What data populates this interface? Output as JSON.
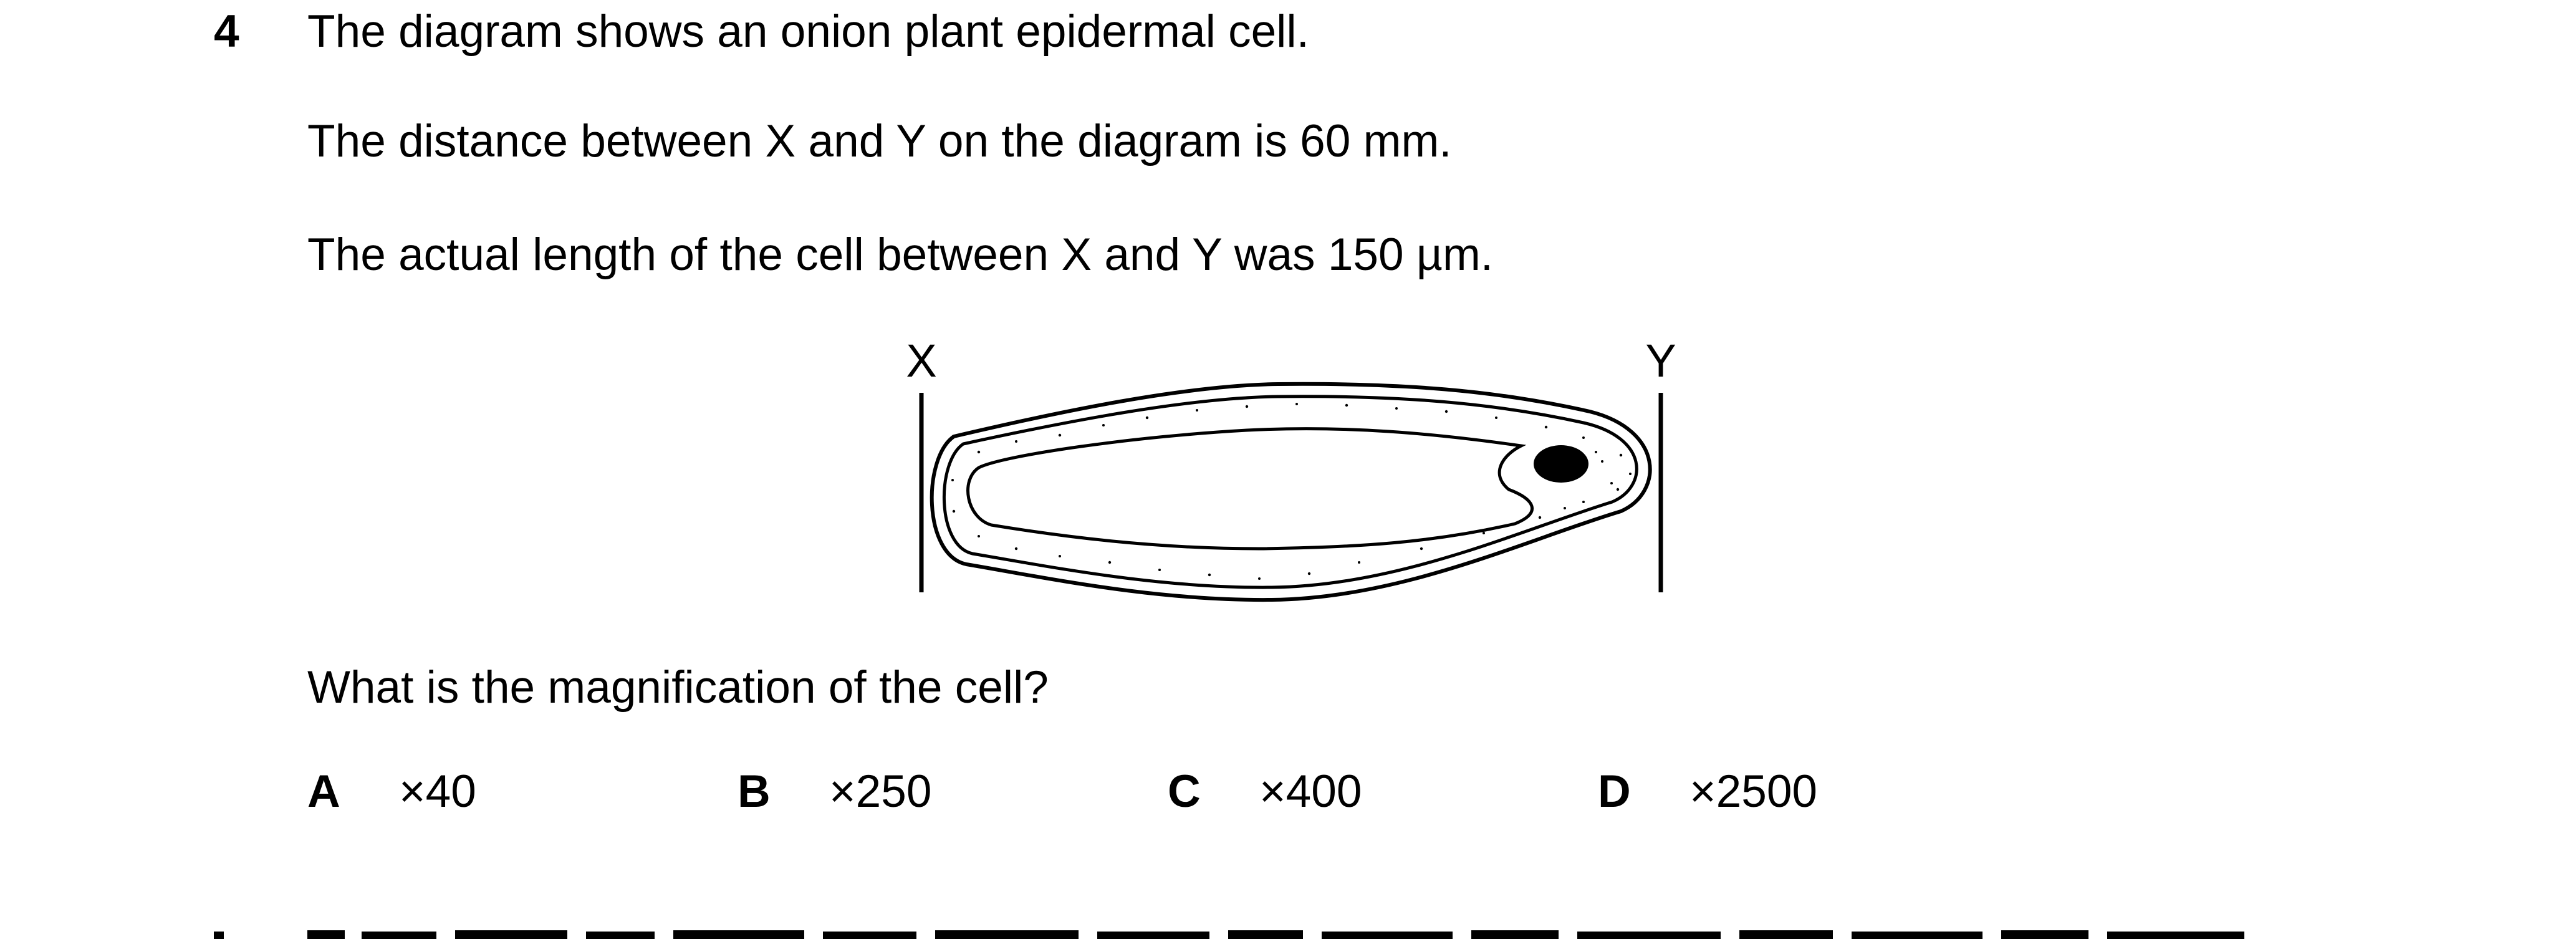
{
  "question": {
    "number": "4",
    "line1": "The diagram shows an onion plant epidermal cell.",
    "line2": "The distance between X and Y on the diagram is 60 mm.",
    "line3": "The actual length of the cell between X and Y was 150 µm.",
    "prompt": "What is the magnification of the cell?"
  },
  "diagram": {
    "label_x": "X",
    "label_y": "Y"
  },
  "options": [
    {
      "letter": "A",
      "value": "×40"
    },
    {
      "letter": "B",
      "value": "×250"
    },
    {
      "letter": "C",
      "value": "×400"
    },
    {
      "letter": "D",
      "value": "×2500"
    }
  ]
}
